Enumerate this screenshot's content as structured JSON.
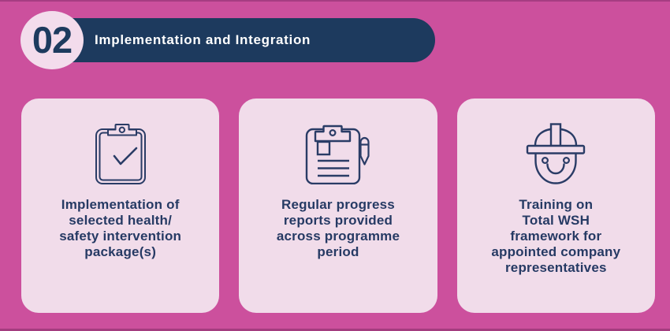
{
  "colors": {
    "background": "#cc509d",
    "banner_bg": "#1d3a5e",
    "banner_text": "#ffffff",
    "badge_bg": "#f3dcec",
    "badge_text": "#1d3a5e",
    "card_bg": "#f1dcea",
    "card_text": "#263a64",
    "icon_stroke": "#2a3c66"
  },
  "header": {
    "step_number": "02",
    "title": "Implementation and Integration"
  },
  "cards": [
    {
      "icon": "clipboard-check-icon",
      "lines": [
        "Implementation of",
        "selected health/",
        "safety intervention",
        "package(s)"
      ]
    },
    {
      "icon": "clipboard-report-pencil-icon",
      "lines": [
        "Regular progress",
        "reports provided",
        "across programme",
        "period"
      ]
    },
    {
      "icon": "hardhat-worker-icon",
      "lines": [
        "Training on",
        "Total WSH",
        "framework for",
        "appointed company",
        "representatives"
      ]
    }
  ]
}
